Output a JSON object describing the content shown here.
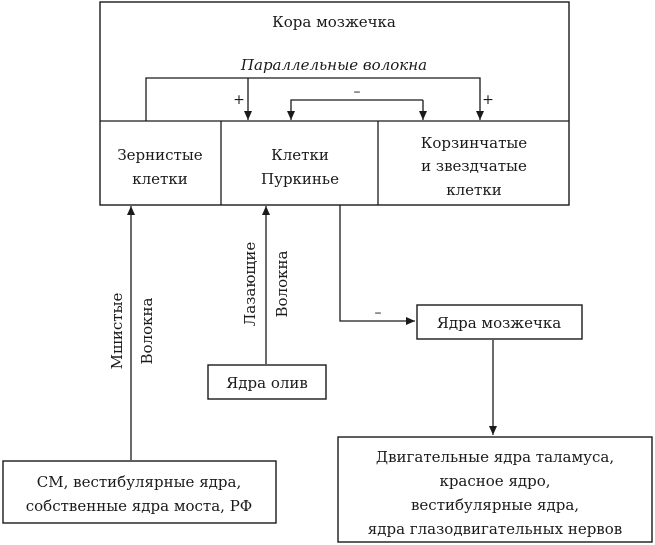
{
  "cortex": {
    "title": "Кора мозжечка",
    "parallel_fibers": "Параллельные волокна",
    "granule_cells": [
      "Зернистые",
      "клетки"
    ],
    "purkinje_cells": [
      "Клетки",
      "Пуркинье"
    ],
    "basket_stellate_cells": [
      "Корзинчатые",
      "и звездчатые",
      "клетки"
    ]
  },
  "signs": {
    "plus_granule_to_purkinje": "+",
    "minus_purkinje_basket": "–",
    "plus_to_basket": "+",
    "minus_to_nuclei": "–"
  },
  "fibers": {
    "mossy": [
      "Мшистые",
      "Волокна"
    ],
    "climbing": [
      "Лазающие",
      "Волокна"
    ]
  },
  "nuclei": {
    "olive": "Ядра олив",
    "cerebellar": "Ядра мозжечка"
  },
  "sources": {
    "mossy_origin": [
      "СМ, вестибулярные ядра,",
      "собственные ядра моста, РФ"
    ]
  },
  "targets": {
    "outputs": [
      "Двигательные ядра таламуса,",
      "красное ядро,",
      "вестибулярные ядра,",
      "ядра  глазодвигательных нервов"
    ]
  }
}
